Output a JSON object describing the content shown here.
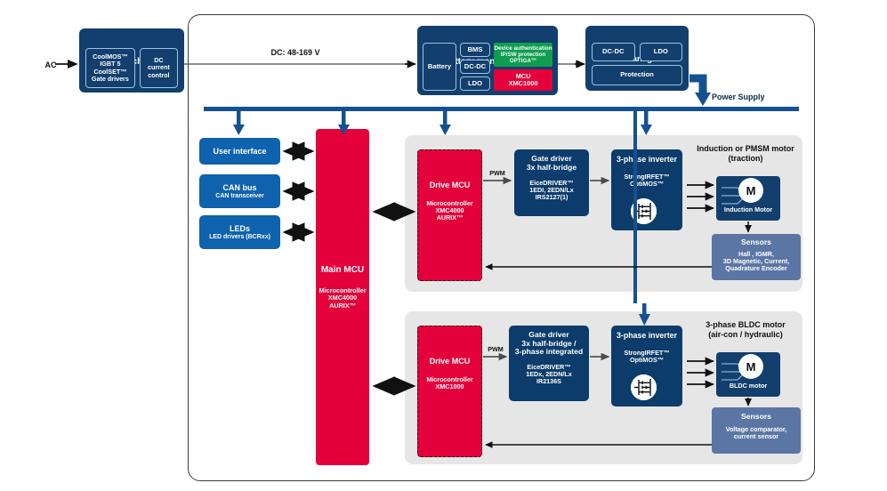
{
  "diagram": {
    "ac_label": "AC",
    "dc_label": "DC: 48-169 V",
    "power_supply_label": "Power Supply",
    "pwm_label_top": "PWM",
    "pwm_label_bottom": "PWM"
  },
  "battery_charger": {
    "title": "Battery charger",
    "left_lines": [
      "CoolMOS™",
      "IGBT 5",
      "CoolSET™",
      "Gate drivers"
    ],
    "right_lines": [
      "DC",
      "current",
      "control"
    ]
  },
  "battery_management": {
    "title": "Battery management",
    "battery": "Battery",
    "stack": [
      "BMS",
      "DC-DC",
      "LDO"
    ],
    "optiga_lines": [
      "Device authentication",
      "IP/SW protection",
      "OPTIGA™"
    ],
    "mcu_lines": [
      "MCU",
      "XMC1000"
    ]
  },
  "power_management": {
    "title": "Power management",
    "dcdc": "DC-DC",
    "ldo": "LDO",
    "protection": "Protection"
  },
  "left_column": [
    {
      "title": "User interface",
      "sub": ""
    },
    {
      "title": "CAN bus",
      "sub": "CAN transceiver"
    },
    {
      "title": "LEDs",
      "sub": "LED drivers (BCRxx)"
    }
  ],
  "main_mcu": {
    "title": "Main MCU",
    "lines": [
      "Microcontroller",
      "XMC4000",
      "AURIX™"
    ]
  },
  "traction_section": {
    "drive_mcu": {
      "title": "Drive MCU",
      "lines": [
        "Microcontroller",
        "XMC4000",
        "AURIX™"
      ]
    },
    "gate_driver": {
      "title_lines": [
        "Gate driver",
        "3x half-bridge"
      ],
      "lines": [
        "EiceDRIVER™",
        "1EDI, 2EDN/Lx",
        "IRS2127(1)"
      ]
    },
    "inverter": {
      "title": "3-phase inverter",
      "lines": [
        "StrongIRFET™",
        "OptiMOS™"
      ]
    },
    "motor_caption": [
      "Induction or PMSM motor",
      "(traction)"
    ],
    "motor_symbol": "M",
    "motor_label": "Induction Motor",
    "sensors": {
      "title": "Sensors",
      "lines": [
        "Hall , IGMR,",
        "3D Magnetic, Current,",
        "Quadrature Encoder"
      ]
    }
  },
  "auxiliary_section": {
    "drive_mcu": {
      "title": "Drive MCU",
      "lines": [
        "Microcontroller",
        "XMC1000"
      ]
    },
    "gate_driver": {
      "title_lines": [
        "Gate driver",
        "3x half-bridge /",
        "3-phase integrated"
      ],
      "lines": [
        "EiceDRIVER™",
        "1EDx, 2EDN/Lx",
        "IR2136S"
      ]
    },
    "inverter": {
      "title": "3-phase inverter",
      "lines": [
        "StrongIRFET™",
        "OptiMOS™"
      ]
    },
    "motor_caption": [
      "3-phase BLDC motor",
      "(air-con / hydraulic)"
    ],
    "motor_symbol": "M",
    "motor_label": "BLDC motor",
    "sensors": {
      "title": "Sensors",
      "lines": [
        "Voltage comparator,",
        "current sensor"
      ]
    }
  },
  "colors": {
    "navy": "#123f6d",
    "blue": "#0f62ad",
    "red": "#e4003a",
    "green": "#0f9e4f",
    "slate": "#5b76a5",
    "bus": "#14528f",
    "panel": "#e6e6e6"
  }
}
